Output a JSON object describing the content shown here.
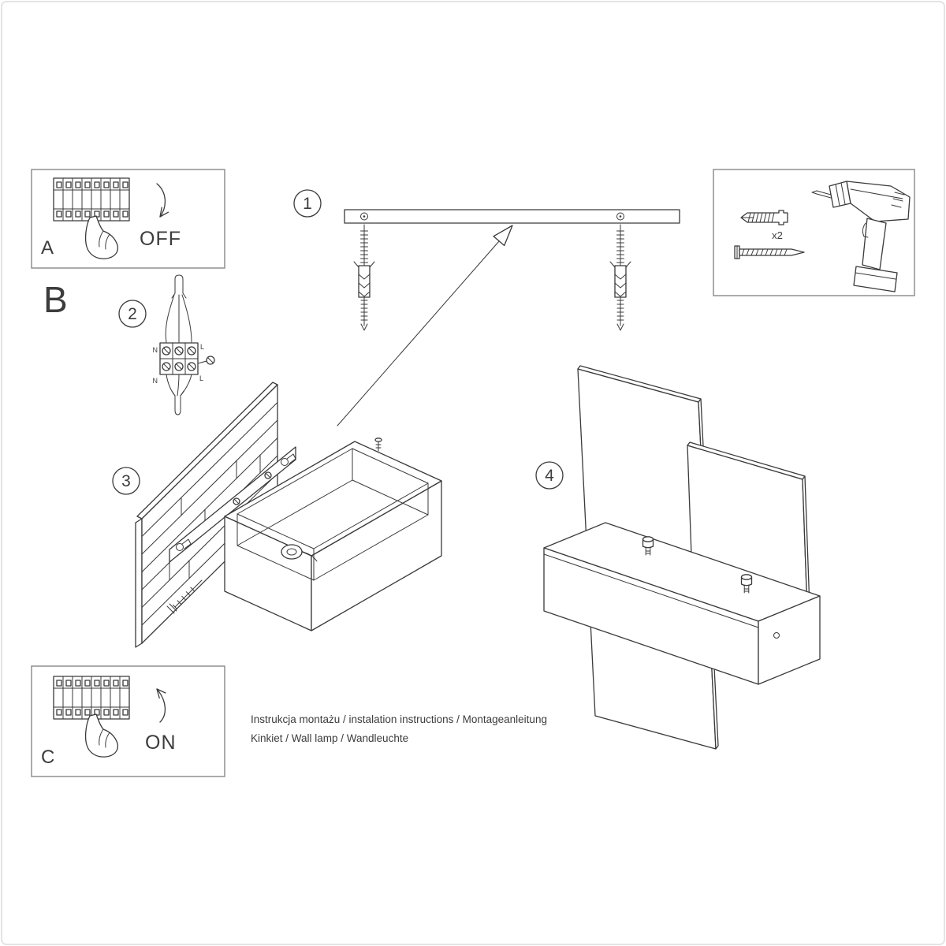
{
  "page": {
    "background": "#ffffff",
    "line_color": "#3a3a3a",
    "text_color": "#3c3c3c",
    "frame_color": "#e4e4e4"
  },
  "panels": {
    "a": {
      "label": "A",
      "state": "OFF"
    },
    "c": {
      "label": "C",
      "state": "ON"
    }
  },
  "section_label": "B",
  "steps": [
    {
      "num": "1"
    },
    {
      "num": "2"
    },
    {
      "num": "3"
    },
    {
      "num": "4"
    }
  ],
  "parts": {
    "dowel_qty": "x2"
  },
  "wiring_labels": {
    "n_top": "N",
    "l_top": "L",
    "n_bottom": "N",
    "l_bottom": "L"
  },
  "footer": {
    "line1": "Instrukcja montażu / instalation instructions / Montageanleitung",
    "line2": "Kinkiet / Wall lamp / Wandleuchte"
  }
}
